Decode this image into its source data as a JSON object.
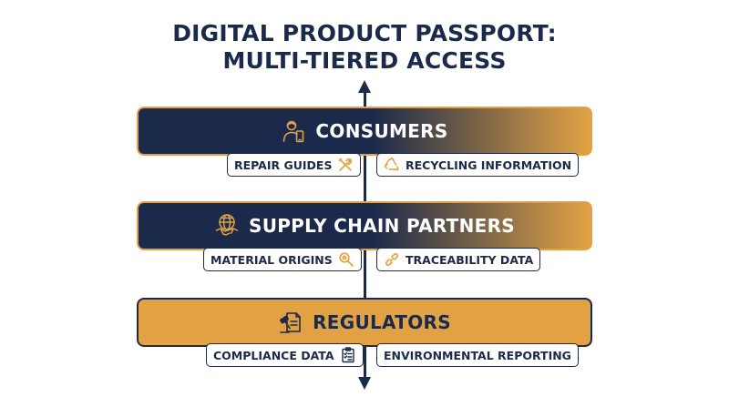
{
  "title": {
    "line1": "DIGITAL PRODUCT PASSPORT:",
    "line2": "MULTI-TIERED ACCESS"
  },
  "colors": {
    "navy": "#1b2a4a",
    "gold": "#e2a244"
  },
  "tiers": [
    {
      "label": "CONSUMERS",
      "icon": "user-phone-icon",
      "items": [
        {
          "label": "REPAIR GUIDES",
          "icon": "tools-icon",
          "icon_side": "right"
        },
        {
          "label": "RECYCLING INFORMATION",
          "icon": "recycle-icon",
          "icon_side": "left"
        }
      ]
    },
    {
      "label": "SUPPLY CHAIN PARTNERS",
      "icon": "globe-handshake-icon",
      "items": [
        {
          "label": "MATERIAL ORIGINS",
          "icon": "magnifier-icon",
          "icon_side": "right"
        },
        {
          "label": "TRACEABILITY DATA",
          "icon": "link-icon",
          "icon_side": "left"
        }
      ]
    },
    {
      "label": "REGULATORS",
      "icon": "gavel-document-icon",
      "items": [
        {
          "label": "COMPLIANCE DATA",
          "icon": "checklist-icon",
          "icon_side": "right"
        },
        {
          "label": "ENVIRONMENTAL REPORTING",
          "icon": "",
          "icon_side": "none"
        }
      ]
    }
  ]
}
